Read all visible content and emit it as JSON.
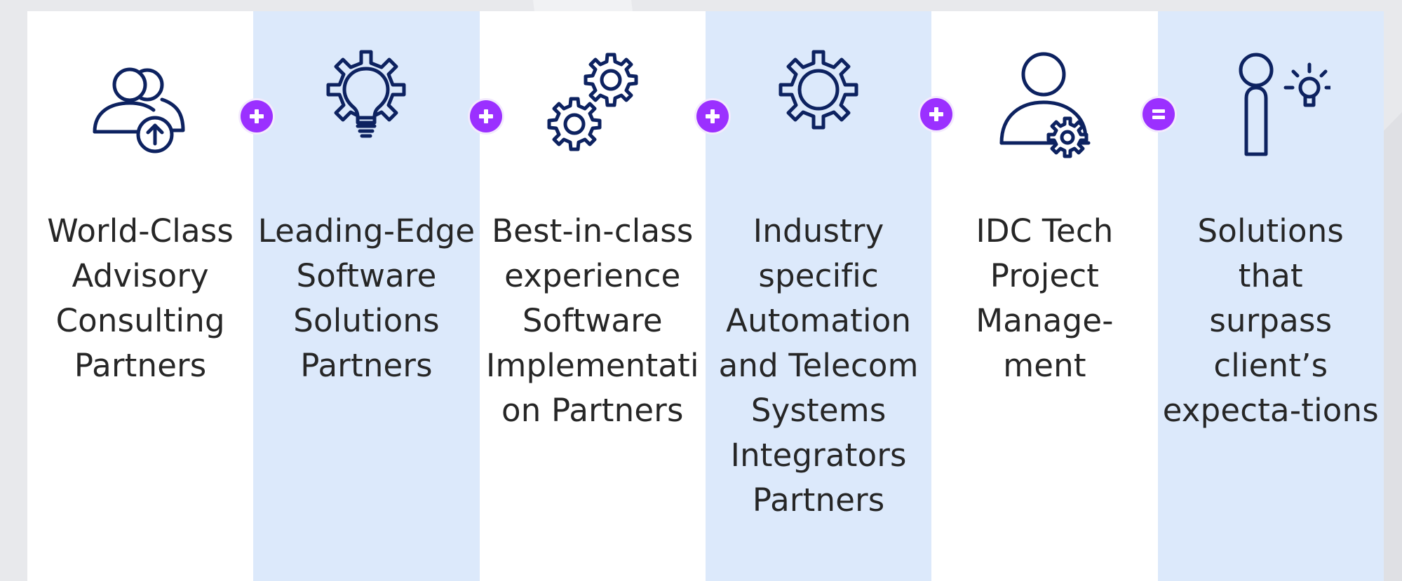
{
  "diagram": {
    "columns": [
      {
        "id": "advisory",
        "icon": "people-upload-icon",
        "label": "World-Class\nAdvisory\nConsulting\nPartners"
      },
      {
        "id": "software",
        "icon": "gear-lightbulb-icon",
        "label": "Leading-Edge\nSoftware\nSolutions\nPartners"
      },
      {
        "id": "implementation",
        "icon": "double-gears-icon",
        "label": "Best-in-class\nexperience\nSoftware\nImplementati\non Partners"
      },
      {
        "id": "industry",
        "icon": "gear-icon",
        "label": "Industry\nspecific\nAutomation\nand Telecom\nSystems\nIntegrators\nPartners"
      },
      {
        "id": "idc",
        "icon": "person-gear-icon",
        "label": "IDC Tech\nProject\nManage-\nment"
      },
      {
        "id": "result",
        "icon": "person-idea-icon",
        "label": "Solutions\nthat\nsurpass\nclient’s\nexpecta-tions"
      }
    ],
    "operators": [
      {
        "symbol": "plus",
        "icon": "plus-icon"
      },
      {
        "symbol": "plus",
        "icon": "plus-icon"
      },
      {
        "symbol": "plus",
        "icon": "plus-icon"
      },
      {
        "symbol": "plus",
        "icon": "plus-icon"
      },
      {
        "symbol": "equals",
        "icon": "equals-icon"
      }
    ],
    "colors": {
      "icon_stroke": "#0d2260",
      "operator_fill": "#9b30ff",
      "panel_white": "#ffffff",
      "panel_blue": "#dce9fb",
      "text": "#262626"
    }
  }
}
